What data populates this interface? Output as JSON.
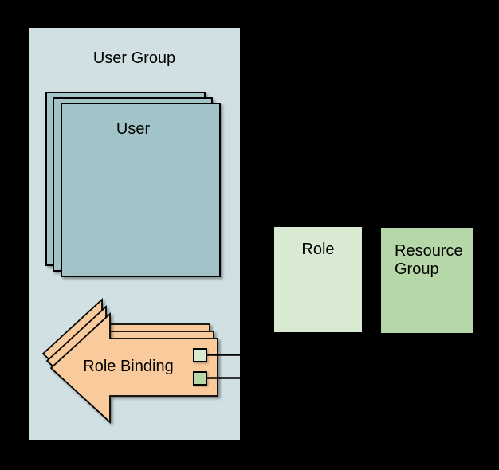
{
  "colors": {
    "background": "#000000",
    "user_group_fill": "#d0e0e3",
    "user_fill": "#a2c4c9",
    "arrow_fill": "#f9cb9c",
    "role_fill": "#d9ead3",
    "resource_group_fill": "#b6d7a8",
    "stroke": "#000000",
    "text": "#000000"
  },
  "user_group": {
    "label": "User Group"
  },
  "user_stack": {
    "label": "User",
    "visible_copies": 3
  },
  "role_binding": {
    "label": "Role Binding",
    "visible_copies": 3
  },
  "role_box": {
    "label": "Role"
  },
  "resource_group_box": {
    "label": "Resource Group"
  }
}
